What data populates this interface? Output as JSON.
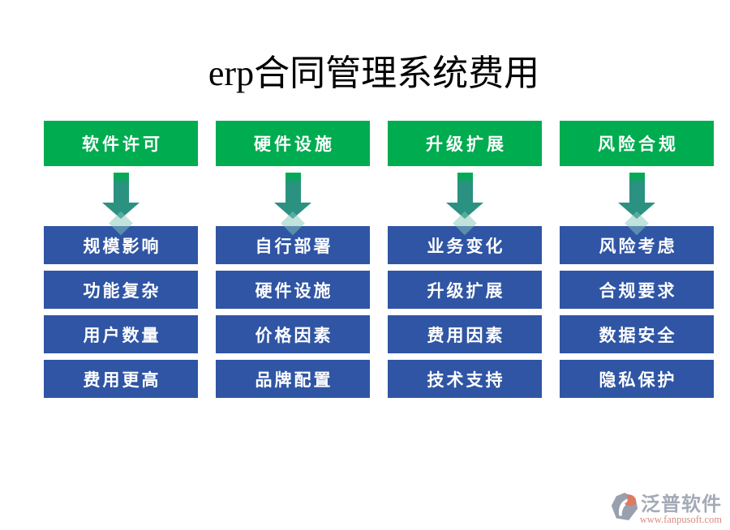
{
  "title": "erp合同管理系统费用",
  "columns": [
    {
      "header": "软件许可",
      "items": [
        "规模影响",
        "功能复杂",
        "用户数量",
        "费用更高"
      ]
    },
    {
      "header": "硬件设施",
      "items": [
        "自行部署",
        "硬件设施",
        "价格因素",
        "品牌配置"
      ]
    },
    {
      "header": "升级扩展",
      "items": [
        "业务变化",
        "升级扩展",
        "费用因素",
        "技术支持"
      ]
    },
    {
      "header": "风险合规",
      "items": [
        "风险考虑",
        "合规要求",
        "数据安全",
        "隐私保护"
      ]
    }
  ],
  "footer": {
    "brand": "泛普软件",
    "url": "www.fanpusoft.com",
    "logo_icon": "fanpu-logo"
  },
  "colors": {
    "background": "#ffffff",
    "title_black": "#000000",
    "header_green": "#00ac50",
    "box_blue": "#2f55a4",
    "arrow_teal": "#2b9181",
    "brand_gray": "#a4aab6",
    "url_red": "#d98b82",
    "logo_gray": "#98a0ae",
    "logo_orange": "#dd7a62"
  }
}
